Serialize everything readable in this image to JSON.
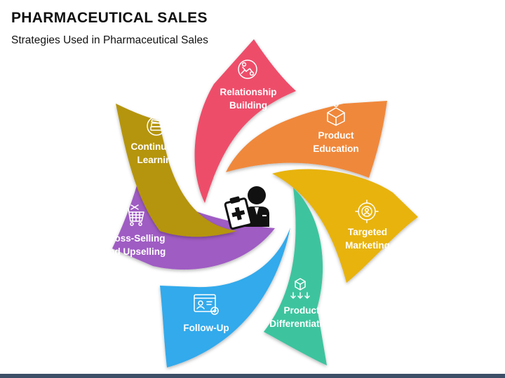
{
  "header": {
    "title": "PHARMACEUTICAL SALES",
    "subtitle": "Strategies Used in Pharmaceutical Sales"
  },
  "center": {
    "icon": "doctor-with-clipboard-icon"
  },
  "petals": [
    {
      "lines": [
        "Relationship",
        "Building"
      ],
      "color": "#ee4e6a",
      "icon": "handshake-icon"
    },
    {
      "lines": [
        "Product",
        "Education"
      ],
      "color": "#f0883a",
      "icon": "box-with-person-icon"
    },
    {
      "lines": [
        "Targeted",
        "Marketing"
      ],
      "color": "#e8b310",
      "icon": "target-person-icon"
    },
    {
      "lines": [
        "Product",
        "Differentiation"
      ],
      "color": "#3cc49e",
      "icon": "box-arrows-icon"
    },
    {
      "lines": [
        "Follow-Up"
      ],
      "color": "#31aaec",
      "icon": "web-profile-icon"
    },
    {
      "lines": [
        "Cross-Selling",
        "and Upselling"
      ],
      "color": "#9f5bc3",
      "icon": "shopping-cart-icon"
    },
    {
      "lines": [
        "Continuous",
        "Learning"
      ],
      "color": "#b5950f",
      "icon": "book-stack-icon"
    }
  ],
  "footer_color": "#3d4f66"
}
